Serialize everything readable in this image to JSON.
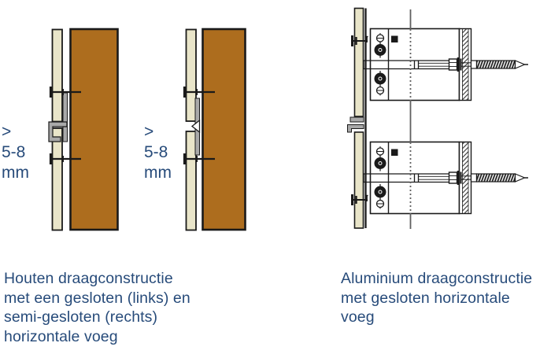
{
  "colors": {
    "panel": "#e9e5c9",
    "wood": "#ad6d1e",
    "profile": "#a9a9a9",
    "profile-dark": "#8f8f8f",
    "line": "#1a1a1a",
    "center": "#5f5f5f",
    "text": "#274b7a"
  },
  "figures": {
    "wood": {
      "dimension_label": {
        "symbol": ">",
        "range": "5-8",
        "unit": "mm"
      },
      "caption": "Houten draagconstructie\nmet een gesloten (links) en\nsemi-gesloten (rechts)\nhorizontale voeg"
    },
    "alu": {
      "caption": "Aluminium draagconstructie\nmet gesloten horizontale\nvoeg"
    }
  }
}
